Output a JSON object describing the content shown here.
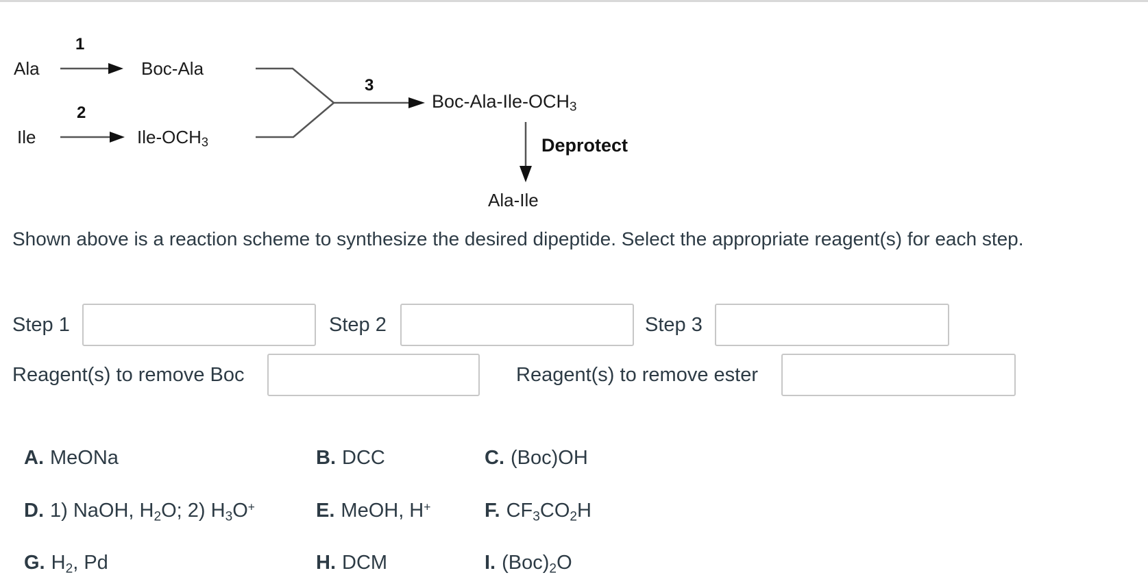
{
  "colors": {
    "question_text": "#2d3b45",
    "scheme_text": "#1c1c1c",
    "scheme_line": "#555555",
    "arrowhead": "#111111",
    "input_border": "#c7c7c7",
    "top_divider": "#d9d9d9",
    "background": "#ffffff"
  },
  "scheme": {
    "reactant1": "Ala",
    "step1": "1",
    "product1": "Boc-Ala",
    "reactant2": "Ile",
    "step2": "2",
    "product2_rich": [
      {
        "t": "Ile-OCH"
      },
      {
        "t": "3",
        "s": "sub"
      }
    ],
    "step3": "3",
    "coupled_rich": [
      {
        "t": "Boc-Ala-Ile-OCH"
      },
      {
        "t": "3",
        "s": "sub"
      }
    ],
    "deprotect": "Deprotect",
    "final_product": "Ala-Ile"
  },
  "question": {
    "text": "Shown above is a reaction scheme to synthesize the desired dipeptide. Select the appropriate reagent(s) for each step."
  },
  "fields": [
    {
      "label": "Step 1",
      "value": ""
    },
    {
      "label": "Step 2",
      "value": ""
    },
    {
      "label": "Step 3",
      "value": ""
    },
    {
      "label": "Reagent(s) to remove Boc",
      "value": ""
    },
    {
      "label": "Reagent(s) to remove ester",
      "value": ""
    }
  ],
  "options": [
    {
      "letter": "A.",
      "rich": [
        {
          "t": "MeONa"
        }
      ]
    },
    {
      "letter": "B.",
      "rich": [
        {
          "t": "DCC"
        }
      ]
    },
    {
      "letter": "C.",
      "rich": [
        {
          "t": "(Boc)OH"
        }
      ]
    },
    {
      "letter": "D.",
      "rich": [
        {
          "t": "1) NaOH, H"
        },
        {
          "t": "2",
          "s": "sub"
        },
        {
          "t": "O; 2) H"
        },
        {
          "t": "3",
          "s": "sub"
        },
        {
          "t": "O"
        },
        {
          "t": "+",
          "s": "sup"
        }
      ]
    },
    {
      "letter": "E.",
      "rich": [
        {
          "t": "MeOH, H"
        },
        {
          "t": "+",
          "s": "sup"
        }
      ]
    },
    {
      "letter": "F.",
      "rich": [
        {
          "t": "CF"
        },
        {
          "t": "3",
          "s": "sub"
        },
        {
          "t": "CO"
        },
        {
          "t": "2",
          "s": "sub"
        },
        {
          "t": "H"
        }
      ]
    },
    {
      "letter": "G.",
      "rich": [
        {
          "t": "H"
        },
        {
          "t": "2",
          "s": "sub"
        },
        {
          "t": ", Pd"
        }
      ]
    },
    {
      "letter": "H.",
      "rich": [
        {
          "t": "DCM"
        }
      ]
    },
    {
      "letter": "I.",
      "rich": [
        {
          "t": "(Boc)"
        },
        {
          "t": "2",
          "s": "sub"
        },
        {
          "t": "O"
        }
      ]
    }
  ]
}
